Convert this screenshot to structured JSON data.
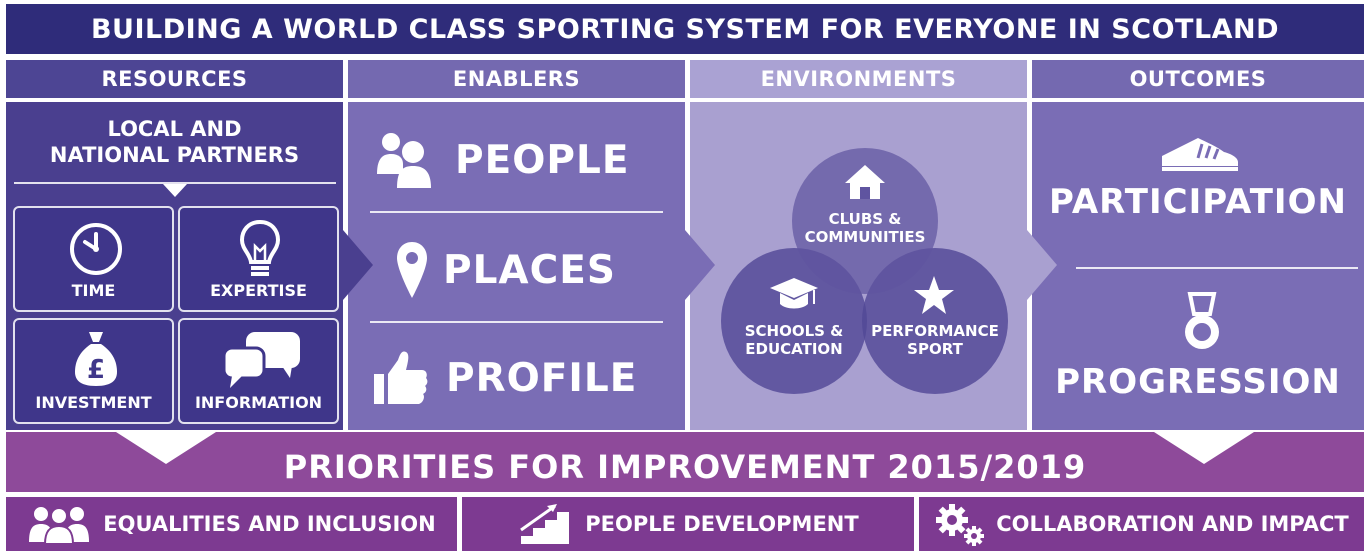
{
  "title": "BUILDING A WORLD CLASS SPORTING SYSTEM FOR EVERYONE IN SCOTLAND",
  "columns": {
    "resources": {
      "heading": "RESOURCES",
      "subheading_line1": "LOCAL AND",
      "subheading_line2": "NATIONAL PARTNERS",
      "tiles": [
        {
          "label": "TIME",
          "icon": "clock-icon"
        },
        {
          "label": "EXPERTISE",
          "icon": "lightbulb-icon"
        },
        {
          "label": "INVESTMENT",
          "icon": "money-bag-icon"
        },
        {
          "label": "INFORMATION",
          "icon": "speech-bubbles-icon"
        }
      ]
    },
    "enablers": {
      "heading": "ENABLERS",
      "items": [
        {
          "label": "PEOPLE",
          "icon": "people-icon"
        },
        {
          "label": "PLACES",
          "icon": "location-pin-icon"
        },
        {
          "label": "PROFILE",
          "icon": "thumbs-up-icon"
        }
      ]
    },
    "environments": {
      "heading": "ENVIRONMENTS",
      "circles": [
        {
          "line1": "CLUBS &",
          "line2": "COMMUNITIES",
          "icon": "house-icon"
        },
        {
          "line1": "SCHOOLS &",
          "line2": "EDUCATION",
          "icon": "graduation-cap-icon"
        },
        {
          "line1": "PERFORMANCE",
          "line2": "SPORT",
          "icon": "star-icon"
        }
      ]
    },
    "outcomes": {
      "heading": "OUTCOMES",
      "items": [
        {
          "label": "PARTICIPATION",
          "icon": "trainer-shoe-icon"
        },
        {
          "label": "PROGRESSION",
          "icon": "medal-icon"
        }
      ]
    }
  },
  "priorities": {
    "heading": "PRIORITIES FOR IMPROVEMENT 2015/2019",
    "items": [
      {
        "label": "EQUALITIES AND INCLUSION",
        "icon": "group-icon"
      },
      {
        "label": "PEOPLE DEVELOPMENT",
        "icon": "stairs-arrow-icon"
      },
      {
        "label": "COLLABORATION AND IMPACT",
        "icon": "gears-icon"
      }
    ]
  },
  "colors": {
    "title_bg": "#2f2c7a",
    "resources": "#4a3f8f",
    "enablers": "#7a6db5",
    "environments": "#a9a0d0",
    "outcomes": "#7a6db5",
    "priorities": "#8e4a9a"
  }
}
